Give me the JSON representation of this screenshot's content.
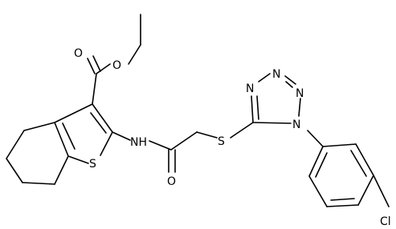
{
  "molecule": {
    "atoms": [
      {
        "id": "o_carbonyl",
        "text": "O"
      },
      {
        "id": "o_ester",
        "text": "O"
      },
      {
        "id": "nh",
        "text": "NH"
      },
      {
        "id": "s_thiophene",
        "text": "S"
      },
      {
        "id": "o_amide",
        "text": "O"
      },
      {
        "id": "s_linker",
        "text": "S"
      },
      {
        "id": "n_top",
        "text": "N"
      },
      {
        "id": "n_top2",
        "text": "N"
      },
      {
        "id": "n_left",
        "text": "N"
      },
      {
        "id": "n_right",
        "text": "N"
      },
      {
        "id": "n1",
        "text": "N"
      },
      {
        "id": "cl",
        "text": "Cl"
      }
    ]
  }
}
